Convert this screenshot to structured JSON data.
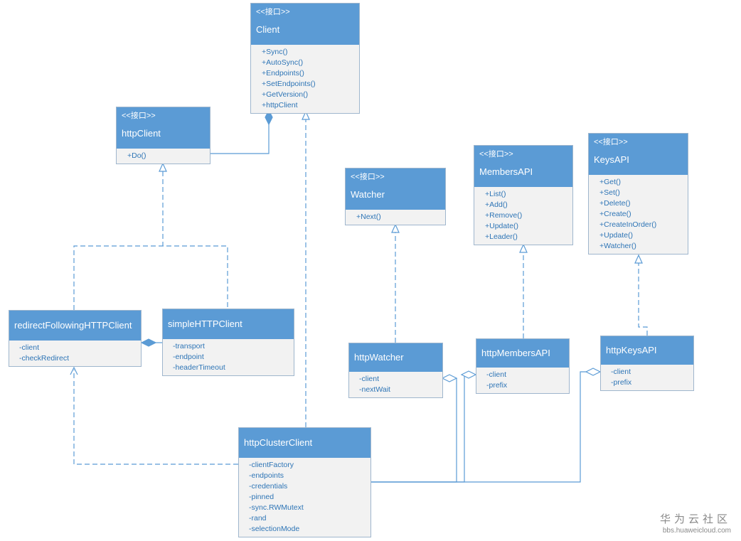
{
  "stereotype": "<<接口>>",
  "classes": [
    {
      "id": "client",
      "stereotype": "<<接口>>",
      "name": "Client",
      "members": [
        "+Sync()",
        "+AutoSync()",
        "+Endpoints()",
        "+SetEndpoints()",
        "+GetVersion()",
        "+httpClient"
      ]
    },
    {
      "id": "httpClient",
      "stereotype": "<<接口>>",
      "name": "httpClient",
      "members": [
        "+Do()"
      ]
    },
    {
      "id": "watcher",
      "stereotype": "<<接口>>",
      "name": "Watcher",
      "members": [
        "+Next()"
      ]
    },
    {
      "id": "membersAPI",
      "stereotype": "<<接口>>",
      "name": "MembersAPI",
      "members": [
        "+List()",
        "+Add()",
        "+Remove()",
        "+Update()",
        "+Leader()"
      ]
    },
    {
      "id": "keysAPI",
      "stereotype": "<<接口>>",
      "name": "KeysAPI",
      "members": [
        "+Get()",
        "+Set()",
        "+Delete()",
        "+Create()",
        "+CreateInOrder()",
        "+Update()",
        "+Watcher()"
      ]
    },
    {
      "id": "redirectFollowing",
      "stereotype": "",
      "name": "redirectFollowingHTTPClient",
      "members": [
        "-client",
        "-checkRedirect"
      ]
    },
    {
      "id": "simpleHTTP",
      "stereotype": "",
      "name": "simpleHTTPClient",
      "members": [
        "-transport",
        "-endpoint",
        "-headerTimeout"
      ]
    },
    {
      "id": "httpWatcher",
      "stereotype": "",
      "name": "httpWatcher",
      "members": [
        "-client",
        "-nextWait"
      ]
    },
    {
      "id": "httpMembersAPI",
      "stereotype": "",
      "name": "httpMembersAPI",
      "members": [
        "-client",
        "-prefix"
      ]
    },
    {
      "id": "httpKeysAPI",
      "stereotype": "",
      "name": "httpKeysAPI",
      "members": [
        "-client",
        "-prefix"
      ]
    },
    {
      "id": "httpClusterClient",
      "stereotype": "",
      "name": "httpClusterClient",
      "members": [
        "-clientFactory",
        "-endpoints",
        "-credentials",
        "-pinned",
        "-sync.RWMutext",
        "-rand",
        "-selectionMode"
      ]
    }
  ],
  "relations": [
    {
      "from": "httpClient",
      "to": "client",
      "kind": "composition"
    },
    {
      "from": "redirectFollowing",
      "to": "httpClient",
      "kind": "realization"
    },
    {
      "from": "simpleHTTP",
      "to": "httpClient",
      "kind": "realization"
    },
    {
      "from": "simpleHTTP",
      "to": "redirectFollowing",
      "kind": "composition"
    },
    {
      "from": "httpClusterClient",
      "to": "client",
      "kind": "realization"
    },
    {
      "from": "httpClusterClient",
      "to": "redirectFollowing",
      "kind": "dependency"
    },
    {
      "from": "httpWatcher",
      "to": "watcher",
      "kind": "realization"
    },
    {
      "from": "httpMembersAPI",
      "to": "membersAPI",
      "kind": "realization"
    },
    {
      "from": "httpKeysAPI",
      "to": "keysAPI",
      "kind": "realization"
    },
    {
      "from": "httpClusterClient",
      "to": "httpWatcher",
      "kind": "aggregation"
    },
    {
      "from": "httpClusterClient",
      "to": "httpMembersAPI",
      "kind": "aggregation"
    },
    {
      "from": "httpClusterClient",
      "to": "httpKeysAPI",
      "kind": "aggregation"
    }
  ],
  "colors": {
    "header": "#5b9bd5",
    "body": "#f2f2f2",
    "member_text": "#2e75b6",
    "line": "#5b9bd5"
  },
  "watermark": {
    "title": "华为云社区",
    "url": "bbs.huaweicloud.com"
  }
}
